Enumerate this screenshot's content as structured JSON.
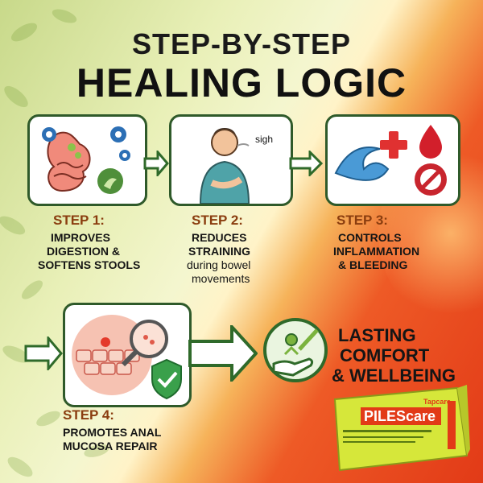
{
  "title": {
    "line1": "STEP-BY-STEP",
    "line2": "HEALING LOGIC"
  },
  "steps": [
    {
      "head": "STEP 1:",
      "lines": [
        "IMPROVES",
        "DIGESTION &",
        "SOFTENS STOOLS"
      ]
    },
    {
      "head": "STEP 2:",
      "lines": [
        "REDUCES",
        "STRAINING"
      ],
      "normal_lines": [
        "during bowel",
        "movements"
      ],
      "speech": "sigh"
    },
    {
      "head": "STEP 3:",
      "lines": [
        "CONTROLS",
        "INFLAMMATION",
        "& BLEEDING"
      ]
    },
    {
      "head": "STEP 4:",
      "lines": [
        "PROMOTES ANAL",
        "MUCOSA REPAIR"
      ]
    }
  ],
  "result": {
    "lines": [
      "LASTING",
      "COMFORT",
      "& WELLBEING"
    ]
  },
  "product": {
    "brand": "Tapcare",
    "name": "PILEScare"
  },
  "colors": {
    "step_title": "#8a3d0f",
    "border": "#2f5a2a",
    "arrow": "#2f6a2a"
  }
}
